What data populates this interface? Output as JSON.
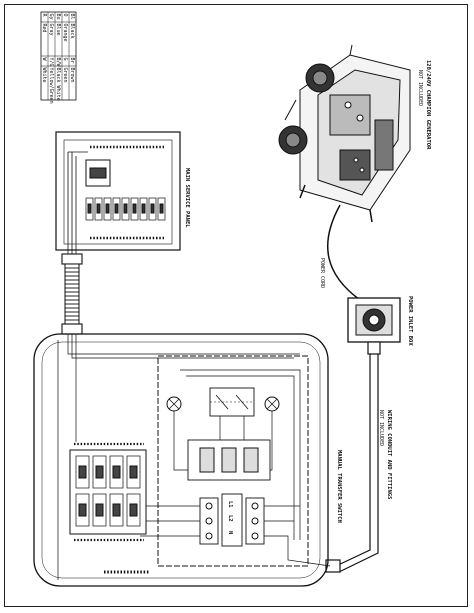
{
  "color_legend": [
    {
      "code": "Bl",
      "name": "Black"
    },
    {
      "code": "Br",
      "name": "Brown"
    },
    {
      "code": "O",
      "name": "Orange"
    },
    {
      "code": "G",
      "name": "Green"
    },
    {
      "code": "Bu",
      "name": "Blue"
    },
    {
      "code": "B/W",
      "name": "Black White"
    },
    {
      "code": "Gy",
      "name": "Gray"
    },
    {
      "code": "Y/G",
      "name": "Yellow/Green"
    },
    {
      "code": "R",
      "name": "Red"
    },
    {
      "code": "W",
      "name": "White"
    }
  ],
  "labels": {
    "generator": "120/240V CHAMPION GENERATOR",
    "generator_note": "NOT INCLUDED",
    "main_service_panel": "MAIN SERVICE PANEL",
    "power_cord": "POWER CORD",
    "power_inlet_box": "POWER INLET BOX",
    "conduit": "WIRING CONDUIT AND FITTINGS",
    "conduit_note": "NOT INCLUDED",
    "manual_transfer_switch": "MANUAL TRANSFER SWITCH"
  },
  "terminal_labels": [
    "L1",
    "L2",
    "N"
  ],
  "colors": {
    "line": "#111111",
    "background": "#ffffff"
  }
}
